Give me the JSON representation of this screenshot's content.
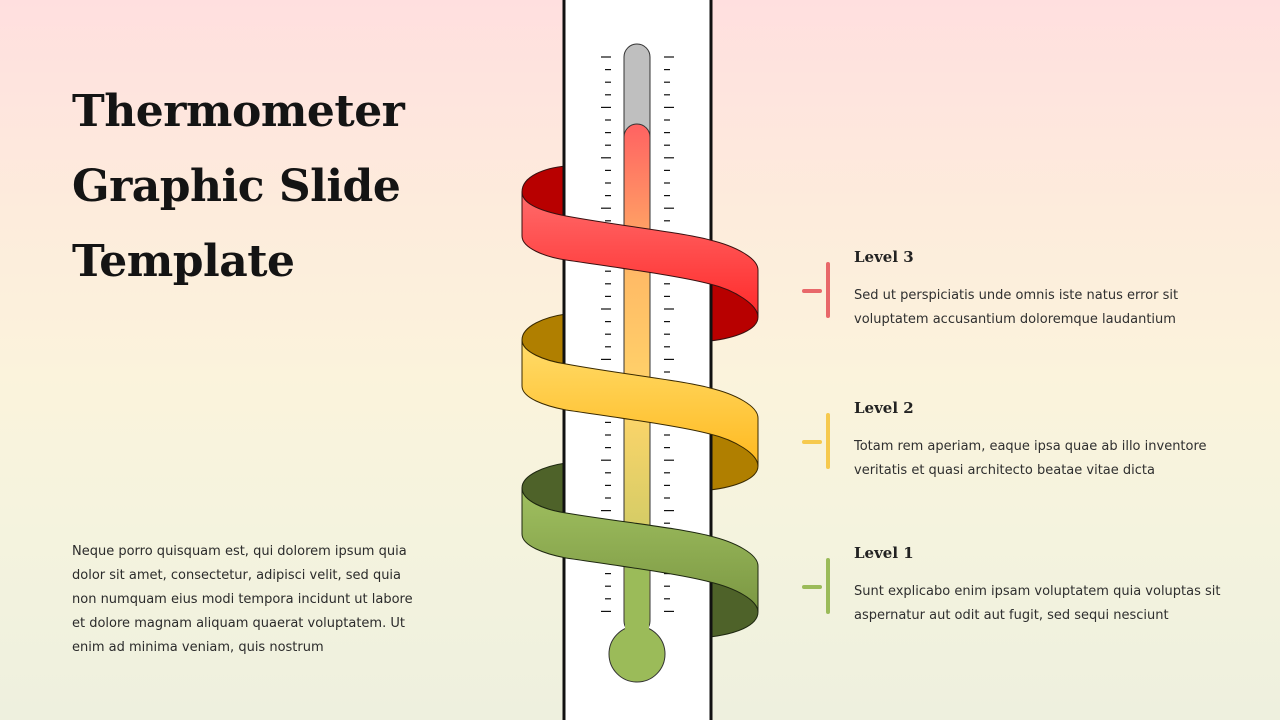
{
  "slide": {
    "title_lines": [
      "Thermometer",
      "Graphic Slide",
      "Template"
    ],
    "body_text": "Neque porro quisquam est, qui dolorem ipsum quia dolor sit amet, consectetur, adipisci velit, sed quia non numquam eius modi tempora incidunt ut labore et dolore magnam aliquam quaerat voluptatem. Ut enim ad minima veniam, quis nostrum"
  },
  "levels": [
    {
      "label": "Level 3",
      "text": "Sed ut perspiciatis unde omnis iste natus error sit voluptatem accusantium doloremque laudantium",
      "color": "#e8686a"
    },
    {
      "label": "Level 2",
      "text": "Totam rem aperiam, eaque ipsa quae ab illo inventore veritatis et quasi architecto beatae vitae dicta",
      "color": "#f6c94e"
    },
    {
      "label": "Level 1",
      "text": "Sunt explicabo enim ipsam voluptatem quia voluptas sit aspernatur aut odit aut fugit, sed sequi nesciunt",
      "color": "#9bbb59"
    }
  ],
  "thermometer": {
    "ribbon_colors": {
      "red": {
        "front_top": "#ff6b6b",
        "front_bottom": "#ff2a2a",
        "back": "#b80000"
      },
      "yellow": {
        "front_top": "#ffd861",
        "front_bottom": "#ffba21",
        "back": "#b07f00"
      },
      "green": {
        "front_top": "#9bbb59",
        "front_bottom": "#7f9a45",
        "back": "#4e6229"
      }
    },
    "fill_gradient": [
      "#ff6262",
      "#ffbb66",
      "#ffd56a",
      "#d3cc66",
      "#9bbb59"
    ],
    "empty_color": "#bfbfbf"
  }
}
